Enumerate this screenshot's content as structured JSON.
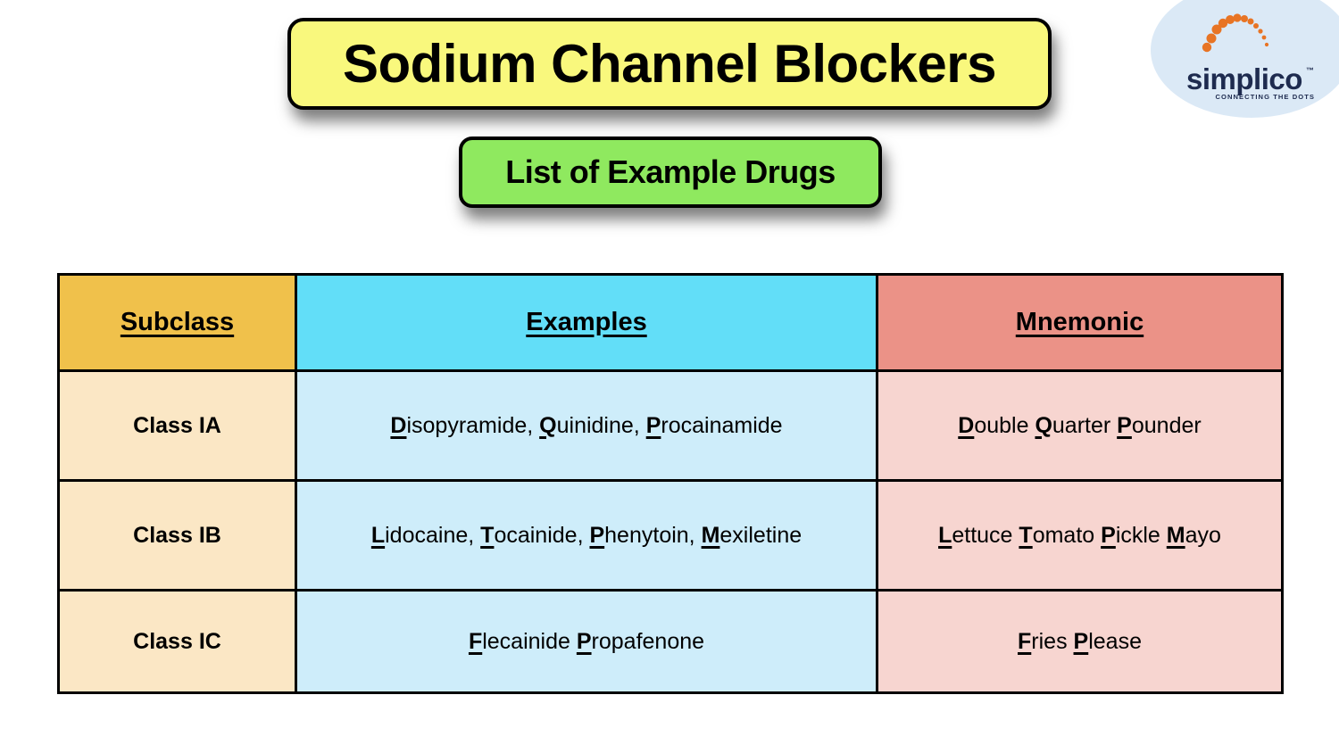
{
  "page": {
    "title": "Sodium Channel Blockers",
    "subtitle": "List of Example Drugs"
  },
  "logo": {
    "brand": "simplico",
    "trademark": "™",
    "tagline": "CONNECTING THE DOTS"
  },
  "table": {
    "headers": [
      "Subclass",
      "Examples",
      "Mnemonic"
    ],
    "rows": [
      {
        "subclass": "Class IA",
        "examples": "Disopyramide, Quinidine, Procainamide",
        "mnemonic": "Double Quarter Pounder"
      },
      {
        "subclass": "Class IB",
        "examples": "Lidocaine, Tocainide, Phenytoin, Mexiletine",
        "mnemonic": "Lettuce Tomato Pickle Mayo"
      },
      {
        "subclass": "Class IC",
        "examples": "Flecainide Propafenone",
        "mnemonic": "Fries Please"
      }
    ]
  },
  "colors": {
    "title-bg": "#F9F87D",
    "subtitle-bg": "#8FE95F",
    "header-gold": "#F0C14B",
    "header-cyan": "#62DEF8",
    "header-salmon": "#EB9287",
    "cell-peach": "#FBE7C5",
    "cell-blue": "#CEEDFA",
    "cell-pink": "#F7D5D0",
    "logo-bubble": "#DBE9F6",
    "logo-navy": "#1E2B4F",
    "logo-orange": "#E87424"
  }
}
